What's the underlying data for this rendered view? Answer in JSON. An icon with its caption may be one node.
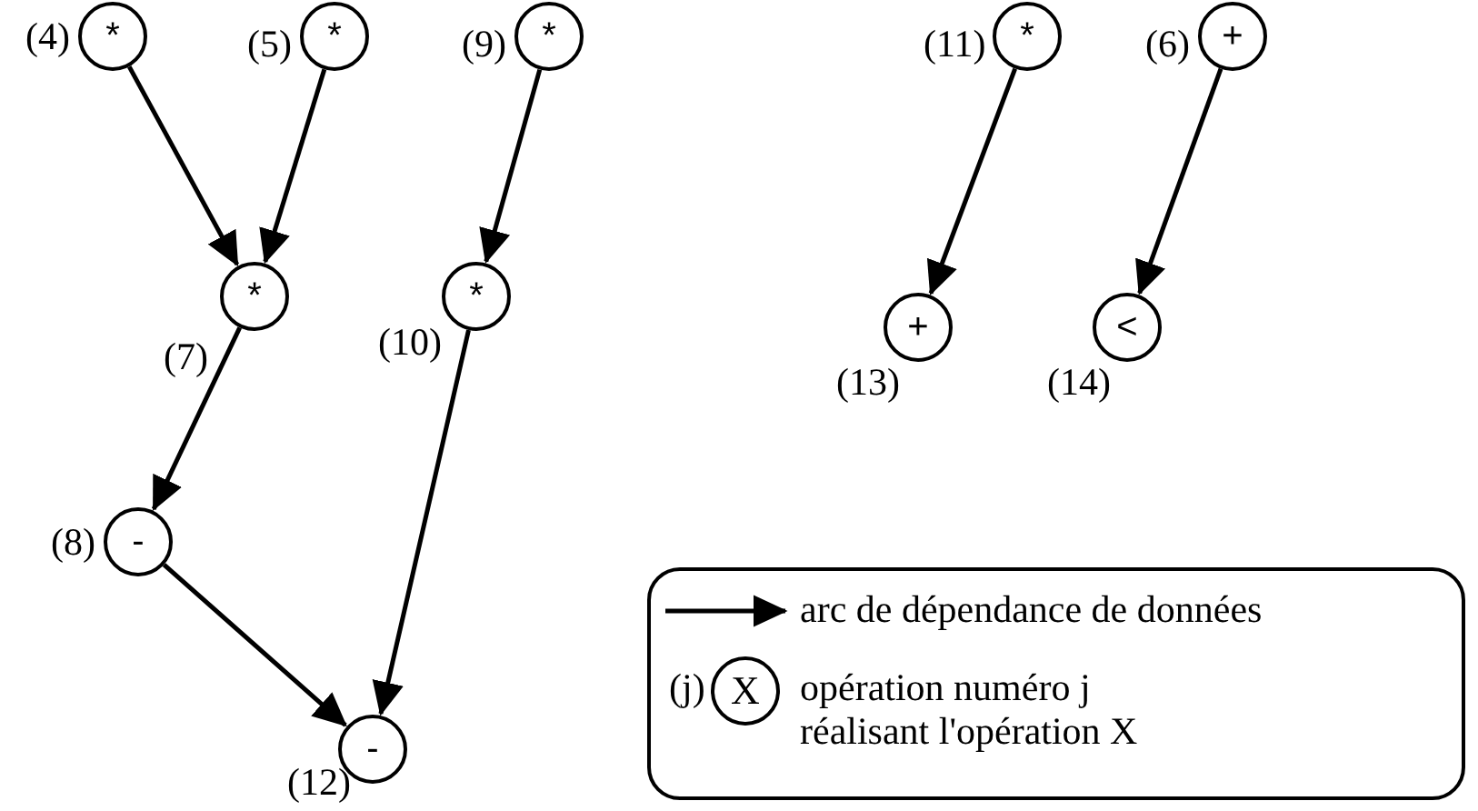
{
  "diagram": {
    "nodes": [
      {
        "text": [
          "*"
        ],
        "beside": [
          "(4)"
        ]
      },
      {
        "text": [
          "*"
        ],
        "beside": [
          "(5)"
        ]
      },
      {
        "text": [
          "*"
        ],
        "beside": [
          "(9)"
        ]
      },
      {
        "text": [
          "*"
        ],
        "beside": [
          "(11)"
        ]
      },
      {
        "text": [
          "+"
        ],
        "beside": [
          "(6)"
        ]
      },
      {
        "text": [
          "*"
        ],
        "beside": [
          "(7)"
        ]
      },
      {
        "text": [
          "*"
        ],
        "beside": [
          "(10)"
        ]
      },
      {
        "text": [
          "+"
        ],
        "beside": [
          "(13)"
        ]
      },
      {
        "text": [
          "<"
        ],
        "beside": [
          "(14)"
        ]
      },
      {
        "text": [
          "-"
        ],
        "beside": [
          "(8)"
        ]
      },
      {
        "text": [
          "-"
        ],
        "beside": [
          "(12)"
        ]
      },
      {
        "text": [
          "X"
        ],
        "beside": [
          "(j)"
        ]
      }
    ],
    "edges": [
      {
        "from": 0,
        "to": 5,
        "arrow": "to"
      },
      {
        "from": 1,
        "to": 5,
        "arrow": "to"
      },
      {
        "from": 2,
        "to": 6,
        "arrow": "to"
      },
      {
        "from": 3,
        "to": 7,
        "arrow": "to"
      },
      {
        "from": 4,
        "to": 8,
        "arrow": "to"
      },
      {
        "from": 5,
        "to": 9,
        "arrow": "to"
      },
      {
        "from": 6,
        "to": 10,
        "arrow": "to"
      },
      {
        "from": 9,
        "to": 10,
        "arrow": "to"
      }
    ],
    "legend": [
      {
        "text": "arc de dépendance de données"
      },
      {
        "text": "opération numéro j réalisant l'opération X"
      }
    ]
  }
}
